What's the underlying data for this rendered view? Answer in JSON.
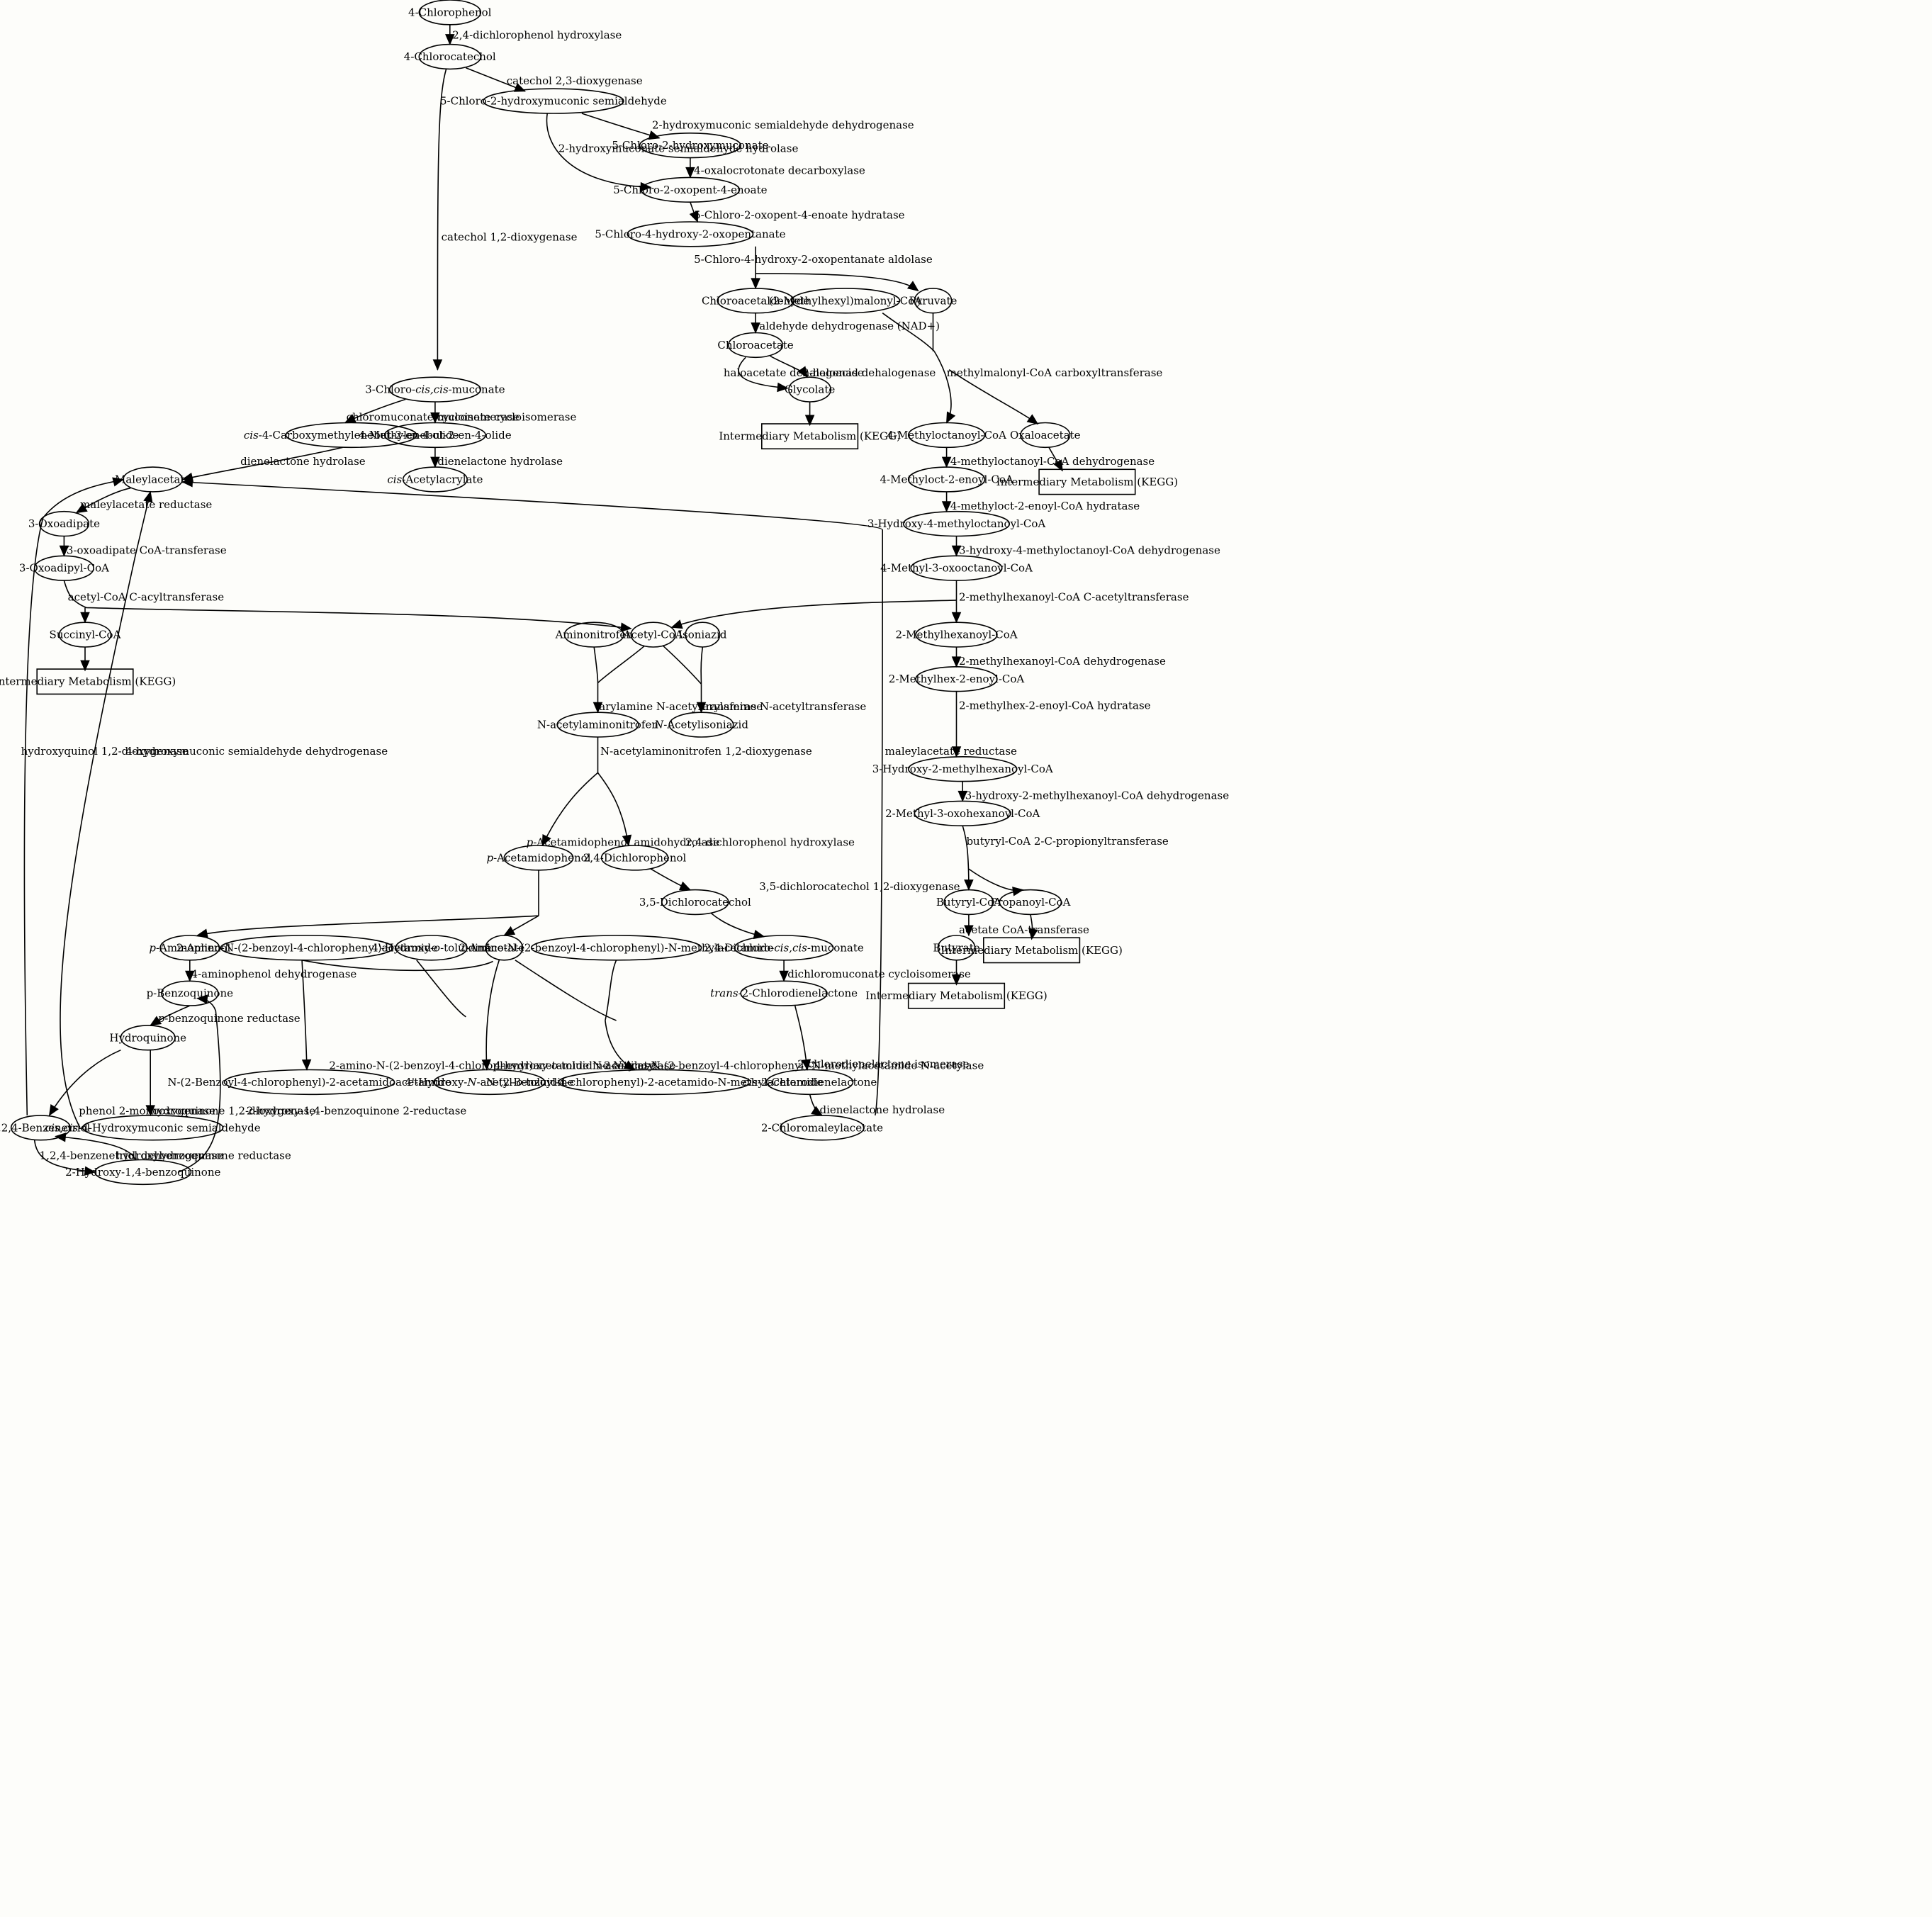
{
  "nodes": {
    "chlorophenol4": [
      "4-Chlorophenol"
    ],
    "chlorocatechol4": [
      "4-Chlorocatechol"
    ],
    "chms": [
      "5-Chloro-2-hydroxymuconic semialdehyde"
    ],
    "chm": [
      "5-Chloro-2-hydroxymuconate"
    ],
    "coe": [
      "5-Chloro-2-oxopent-4-enoate"
    ],
    "chop": [
      "5-Chloro-4-hydroxy-2-oxopentanate"
    ],
    "chloroacetaldehyde": [
      "Chloroacetaldehyde"
    ],
    "methylhexylmalonyl": [
      "(2-Methylhexyl)malonyl-CoA"
    ],
    "pyruvate": [
      "Pyruvate"
    ],
    "chloroacetate": [
      "Chloroacetate"
    ],
    "glycolate": [
      "Glycolate"
    ],
    "im_glycolate": [
      "Intermediary Metabolism (KEGG)"
    ],
    "ccm3": [
      "3-Chloro-",
      "cis,cis",
      "-muconate"
    ],
    "cmb": [
      "cis",
      "-4-Carboxymethylenebut-2-en-4-olide"
    ],
    "mbo": [
      "4-Methylenebut-2-en-4-olide"
    ],
    "acetylacrylate": [
      "cis",
      "-Acetylacrylate"
    ],
    "methyloctanoyl": [
      "4-Methyloctanoyl-CoA"
    ],
    "oxaloacetate": [
      "Oxaloacetate"
    ],
    "im_oxalo": [
      "Intermediary Metabolism (KEGG)"
    ],
    "maleylacetate": [
      "Maleylacetate"
    ],
    "oxoadipate": [
      "3-Oxoadipate"
    ],
    "oxoadipylcoa": [
      "3-Oxoadipyl-CoA"
    ],
    "succinylcoa": [
      "Succinyl-CoA"
    ],
    "im_succinyl": [
      "Intermediary Metabolism (KEGG)"
    ],
    "methyloctenoyl": [
      "4-Methyloct-2-enoyl-CoA"
    ],
    "hydroxymethyloctanoyl": [
      "3-Hydroxy-4-methyloctanoyl-CoA"
    ],
    "methyloxooctanoyl": [
      "4-Methyl-3-oxooctanoyl-CoA"
    ],
    "aminonitrofen": [
      "Aminonitrofen"
    ],
    "acetylcoa": [
      "Acetyl-CoA"
    ],
    "isoniazid": [
      "Isoniazid"
    ],
    "methylhexanoyl": [
      "2-Methylhexanoyl-CoA"
    ],
    "methylhexenoyl": [
      "2-Methylhex-2-enoyl-CoA"
    ],
    "nacetylaminonitrofen": [
      "N-acetylaminonitrofen"
    ],
    "acetylisoniazid": [
      "N",
      "-Acetylisoniazid"
    ],
    "hydroxymethylhexanoyl": [
      "3-Hydroxy-2-methylhexanoyl-CoA"
    ],
    "methyloxohexanoyl": [
      "2-Methyl-3-oxohexanoyl-CoA"
    ],
    "acetamidophenol": [
      "p",
      "-Acetamidophenol"
    ],
    "dichlorophenol": [
      "2,4-Dichlorophenol"
    ],
    "butyrylcoa": [
      "Butyryl-CoA"
    ],
    "propanoylcoa": [
      "Propanoyl-CoA"
    ],
    "dichlorocatechol": [
      "3,5-Dichlorocatechol"
    ],
    "aminophenol": [
      "p",
      "-Aminophenol"
    ],
    "abcpa": [
      "2-Amino-N-(2-benzoyl-4-chlorophenyl)acetamide"
    ],
    "hydroxytoluidine": [
      "4'-Hydroxy-",
      "o",
      "-toluidine"
    ],
    "acetate": [
      "Acetate"
    ],
    "abcpma": [
      "2-Amino-N-(2-benzoyl-4-chlorophenyl)-N-methylacetamide"
    ],
    "dccm": [
      "2,4-Dichloro-",
      "cis,cis",
      "-muconate"
    ],
    "butyrate": [
      "Butyrate"
    ],
    "im_propanoyl": [
      "Intermediary Metabolism (KEGG)"
    ],
    "benzoquinone": [
      "p-Benzoquinone"
    ],
    "transcdl": [
      "trans",
      "-2-Chlorodienelactone"
    ],
    "im_butyrate": [
      "Intermediary Metabolism (KEGG)"
    ],
    "hydroquinone": [
      "Hydroquinone"
    ],
    "nbcaa": [
      "N-(2-Benzoyl-4-chlorophenyl)-2-acetamidoacetamide"
    ],
    "hant": [
      "4'-Hydroxy-",
      "N",
      "-acetyl-",
      "o",
      "-toluidine"
    ],
    "nbcamma": [
      "N-(2-Benzoyl-4-chlorophenyl)-2-acetamido-N-methylacetamide"
    ],
    "ciscdl": [
      "cis",
      "-2-Chlorodienelactone"
    ],
    "benzenetriol": [
      "1,2,4-Benzenetriol"
    ],
    "hmsa": [
      "cis,cis",
      "-4-Hydroxymuconic semialdehyde"
    ],
    "chloromaleylacetate": [
      "2-Chloromaleylacetate"
    ],
    "hbq": [
      "2-Hydroxy-1,4-benzoquinone"
    ]
  },
  "edge_labels": {
    "e1": [
      "2,4-dichlorophenol hydroxylase"
    ],
    "e2": [
      "catechol 2,3-dioxygenase"
    ],
    "e3": [
      "catechol 1,2-dioxygenase"
    ],
    "e4": [
      "2-hydroxymuconic semialdehyde dehydrogenase"
    ],
    "e5": [
      "2-hydroxymuconate semialdehyde hydrolase"
    ],
    "e6": [
      "4-oxalocrotonate decarboxylase"
    ],
    "e7": [
      "5-Chloro-2-oxopent-4-enoate hydratase"
    ],
    "e8": [
      "5-Chloro-4-hydroxy-2-oxopentanate aldolase"
    ],
    "e9": [
      "aldehyde dehydrogenase (NAD+)"
    ],
    "e10": [
      "haloacetate dehalogenase"
    ],
    "e11": [
      "2-haloacid dehalogenase"
    ],
    "e12": [
      "methylmalonyl-CoA carboxyltransferase"
    ],
    "e13": [
      "chloromuconate cycloisomerase"
    ],
    "e14": [
      "muconate cycloisomerase"
    ],
    "e15": [
      "dienelactone hydrolase"
    ],
    "e16": [
      "dienelactone hydrolase"
    ],
    "e17": [
      "4-methyloctanoyl-CoA dehydrogenase"
    ],
    "e18": [
      "maleylacetate reductase"
    ],
    "e19": [
      "4-methyloct-2-enoyl-CoA hydratase"
    ],
    "e20": [
      "3-oxoadipate CoA-transferase"
    ],
    "e21": [
      "3-hydroxy-4-methyloctanoyl-CoA dehydrogenase"
    ],
    "e22": [
      "acetyl-CoA C-acyltransferase"
    ],
    "e23": [
      "2-methylhexanoyl-CoA C-acetyltransferase"
    ],
    "e24": [
      "2-methylhexanoyl-CoA dehydrogenase"
    ],
    "e25": [
      "2-methylhex-2-enoyl-CoA hydratase"
    ],
    "e26": [
      "arylamine N-acetyltransferase"
    ],
    "e27": [
      "arylamine N-acetyltransferase"
    ],
    "e28": [
      "hydroxyquinol 1,2-dioxygenase"
    ],
    "e29": [
      "4-hydroxymuconic semialdehyde dehydrogenase"
    ],
    "e30": [
      "maleylacetate reductase"
    ],
    "e31": [
      "N-acetylaminonitrofen 1,2-dioxygenase"
    ],
    "e32": [
      "3-hydroxy-2-methylhexanoyl-CoA dehydrogenase"
    ],
    "e33": [
      "butyryl-CoA 2-C-propionyltransferase"
    ],
    "e34": [
      "p",
      "-Acetamidophenol amidohydrolase"
    ],
    "e35": [
      "2,4-dichlorophenol hydroxylase"
    ],
    "e36": [
      "3,5-dichlorocatechol 1,2-dioxygenase"
    ],
    "e37": [
      "acetate CoA-transferase"
    ],
    "e38": [
      "4-aminophenol dehydrogenase"
    ],
    "e39": [
      "dichloromuconate cycloisomerase"
    ],
    "e40": [
      "p",
      "-benzoquinone reductase"
    ],
    "e41": [
      "2-amino-N-(2-benzoyl-4-chlorophenyl)acetamide N-acetylase"
    ],
    "e42": [
      "4-hydroxy-",
      "o",
      "-toluidine ",
      "N",
      "-acetylase"
    ],
    "e43": [
      "2-amino-N-(2-benzoyl-4-chlorophenyl)-N-methylacetamide N-acetylase"
    ],
    "e44": [
      "2-chlorodienelactone isomerase"
    ],
    "e45": [
      "phenol 2-monooxygenase"
    ],
    "e46": [
      "hydroquinone 1,2-dioxygenase"
    ],
    "e47": [
      "2-hydroxy-1,4-benzoquinone 2-reductase"
    ],
    "e48": [
      "dienelactone hydrolase"
    ],
    "e49": [
      "1,2,4-benzenetriol dehydrogenase"
    ],
    "e50": [
      "hydroxybenzoquinone reductase"
    ]
  }
}
